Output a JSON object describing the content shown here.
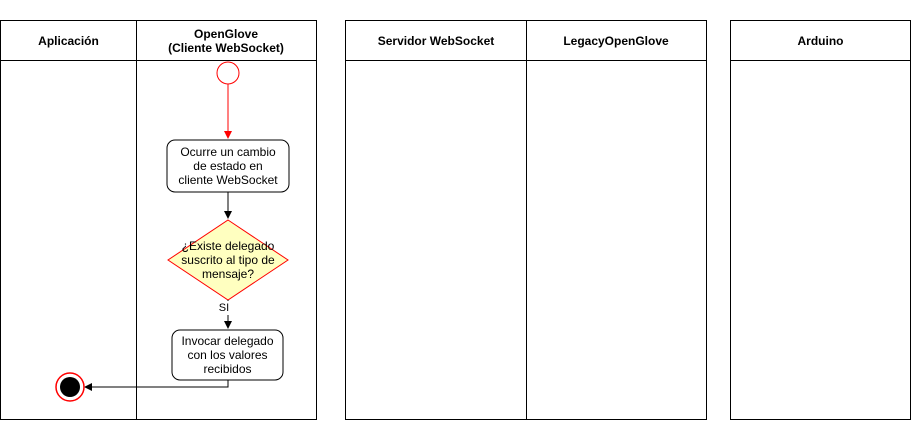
{
  "pools": [
    {
      "lanes": [
        {
          "title": "Aplicación"
        },
        {
          "title": "OpenGlove",
          "subtitle": "(Cliente WebSocket)"
        }
      ]
    },
    {
      "lanes": [
        {
          "title": "Servidor WebSocket"
        },
        {
          "title": "LegacyOpenGlove"
        }
      ]
    },
    {
      "lanes": [
        {
          "title": "Arduino"
        }
      ]
    }
  ],
  "nodes": {
    "action1": {
      "lines": [
        "Ocurre un cambio",
        "de estado en",
        "cliente WebSocket"
      ]
    },
    "decision": {
      "lines": [
        "¿Existe delegado",
        "suscrito al tipo de",
        "mensaje?"
      ]
    },
    "edge_label": "SI",
    "action2": {
      "lines": [
        "Invocar delegado",
        "con los valores",
        "recibidos"
      ]
    }
  },
  "colors": {
    "start_stroke": "#ff0000",
    "decision_fill": "#ffffc0",
    "decision_stroke": "#ff0000",
    "end_ring": "#ff0000",
    "end_core": "#000000"
  }
}
